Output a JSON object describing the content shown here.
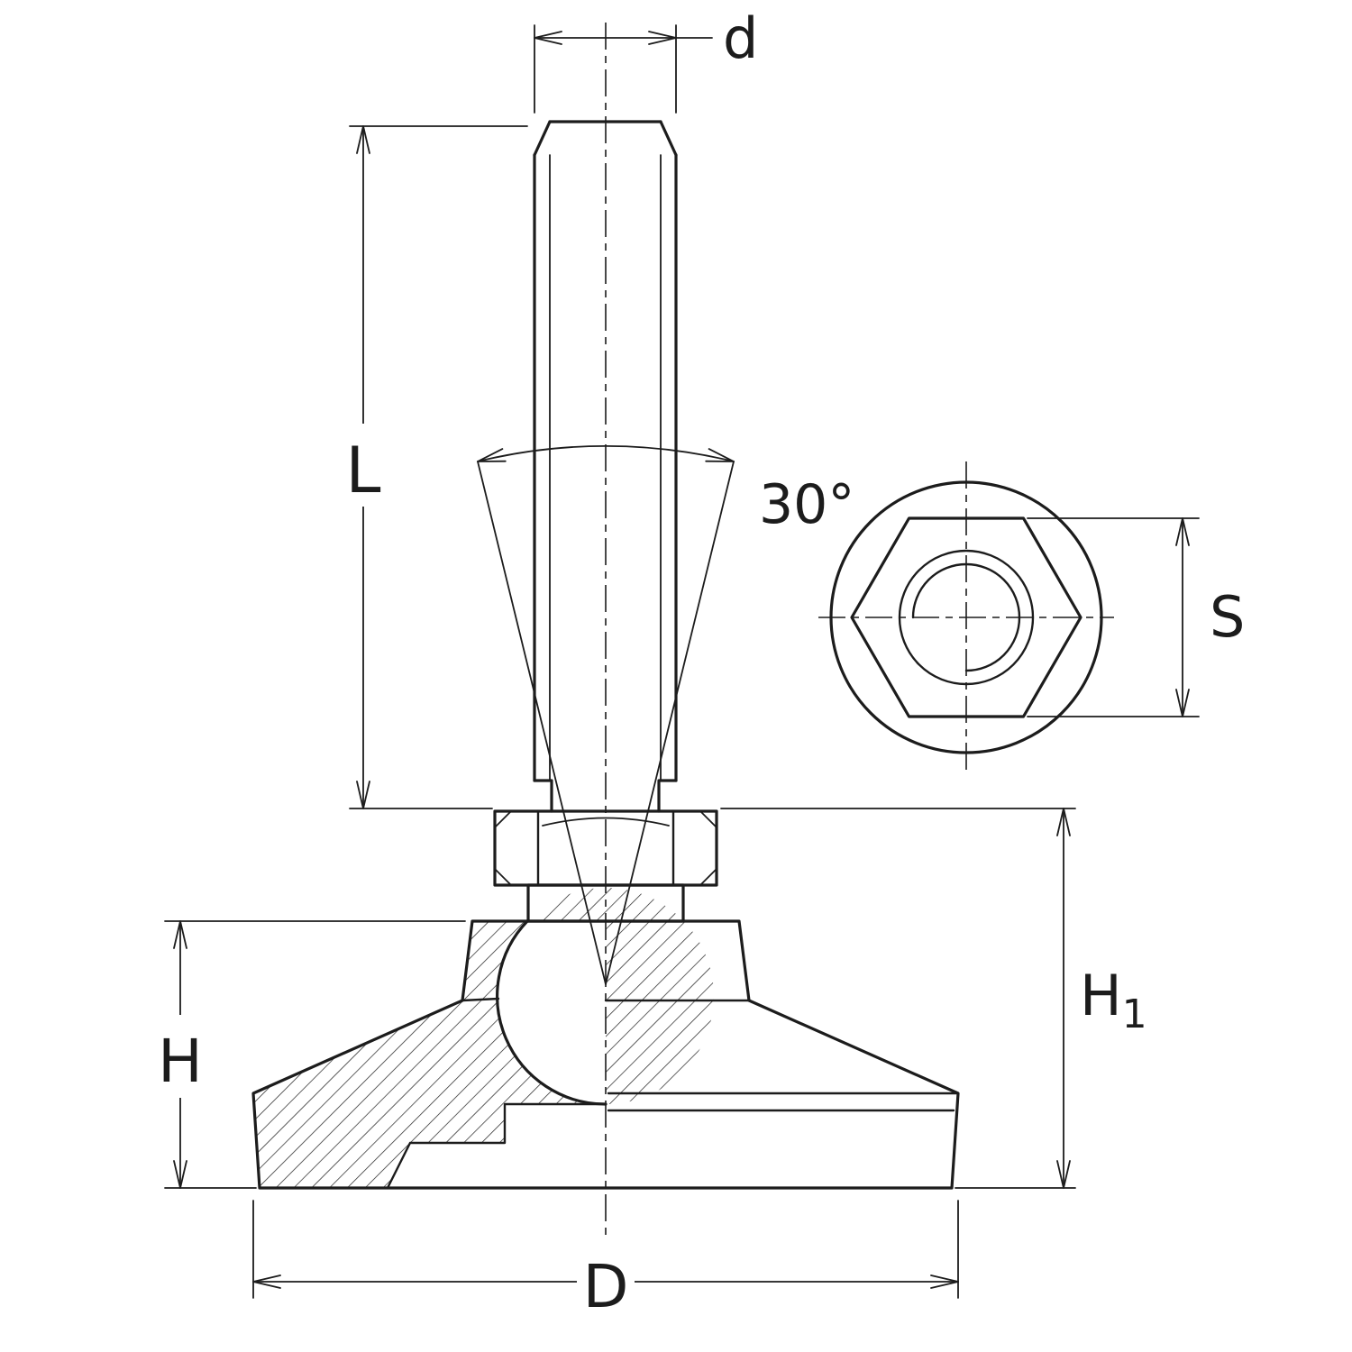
{
  "drawing": {
    "colors": {
      "line": "#1c1c1c",
      "background": "#ffffff"
    },
    "labels": {
      "d": "d",
      "L": "L",
      "angle": "30°",
      "S": "S",
      "H": "H",
      "H1_base": "H",
      "H1_sub": "1",
      "D": "D"
    }
  }
}
